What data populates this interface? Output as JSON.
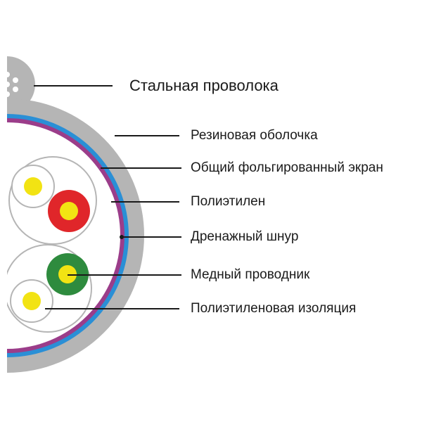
{
  "labels": {
    "steel_wire": "Стальная проволока",
    "rubber_sheath": "Резиновая оболочка",
    "foil_screen": "Общий фольгированный экран",
    "polyethylene": "Полиэтилен",
    "drain_wire": "Дренажный шнур",
    "copper_conductor": "Медный проводник",
    "pe_insulation": "Полиэтиленовая изоляция"
  },
  "colors": {
    "sheath": "#b5b5b5",
    "foil_blue": "#2a8fd6",
    "purple": "#9b3d8a",
    "red": "#e0262a",
    "green": "#2e8b3e",
    "yellow": "#f2e313",
    "pair_outline": "#b5b5b5"
  }
}
